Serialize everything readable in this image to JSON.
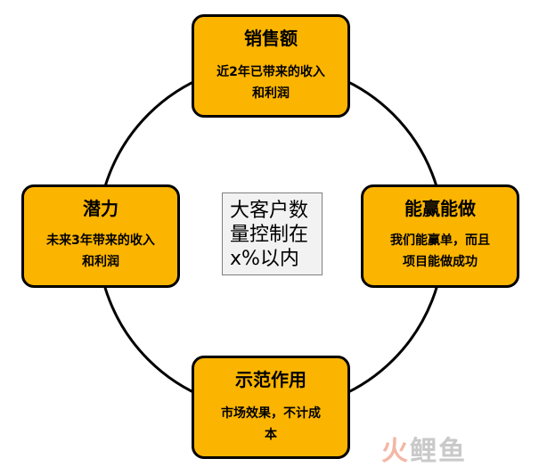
{
  "nodes": {
    "top": {
      "title": "销售额",
      "desc_line1": "近2年已带来的收入",
      "desc_line2": "和利润"
    },
    "right": {
      "title": "能赢能做",
      "desc_line1": "我们能赢单，而且",
      "desc_line2": "项目能做成功"
    },
    "left": {
      "title": "潜力",
      "desc_line1": "未来3年带来的收入",
      "desc_line2": "和利润"
    },
    "bottom": {
      "title": "示范作用",
      "desc_line1": "市场效果，不计成",
      "desc_line2": "本"
    }
  },
  "center": {
    "line1": "大客户数",
    "line2": "量控制在",
    "line3": "x%以内"
  },
  "watermark": {
    "part1": "火",
    "part2": "鲤鱼"
  },
  "colors": {
    "node_fill": "#fbb500",
    "node_border": "#000000",
    "ring": "#000000",
    "center_fill": "#f2f2f2"
  }
}
